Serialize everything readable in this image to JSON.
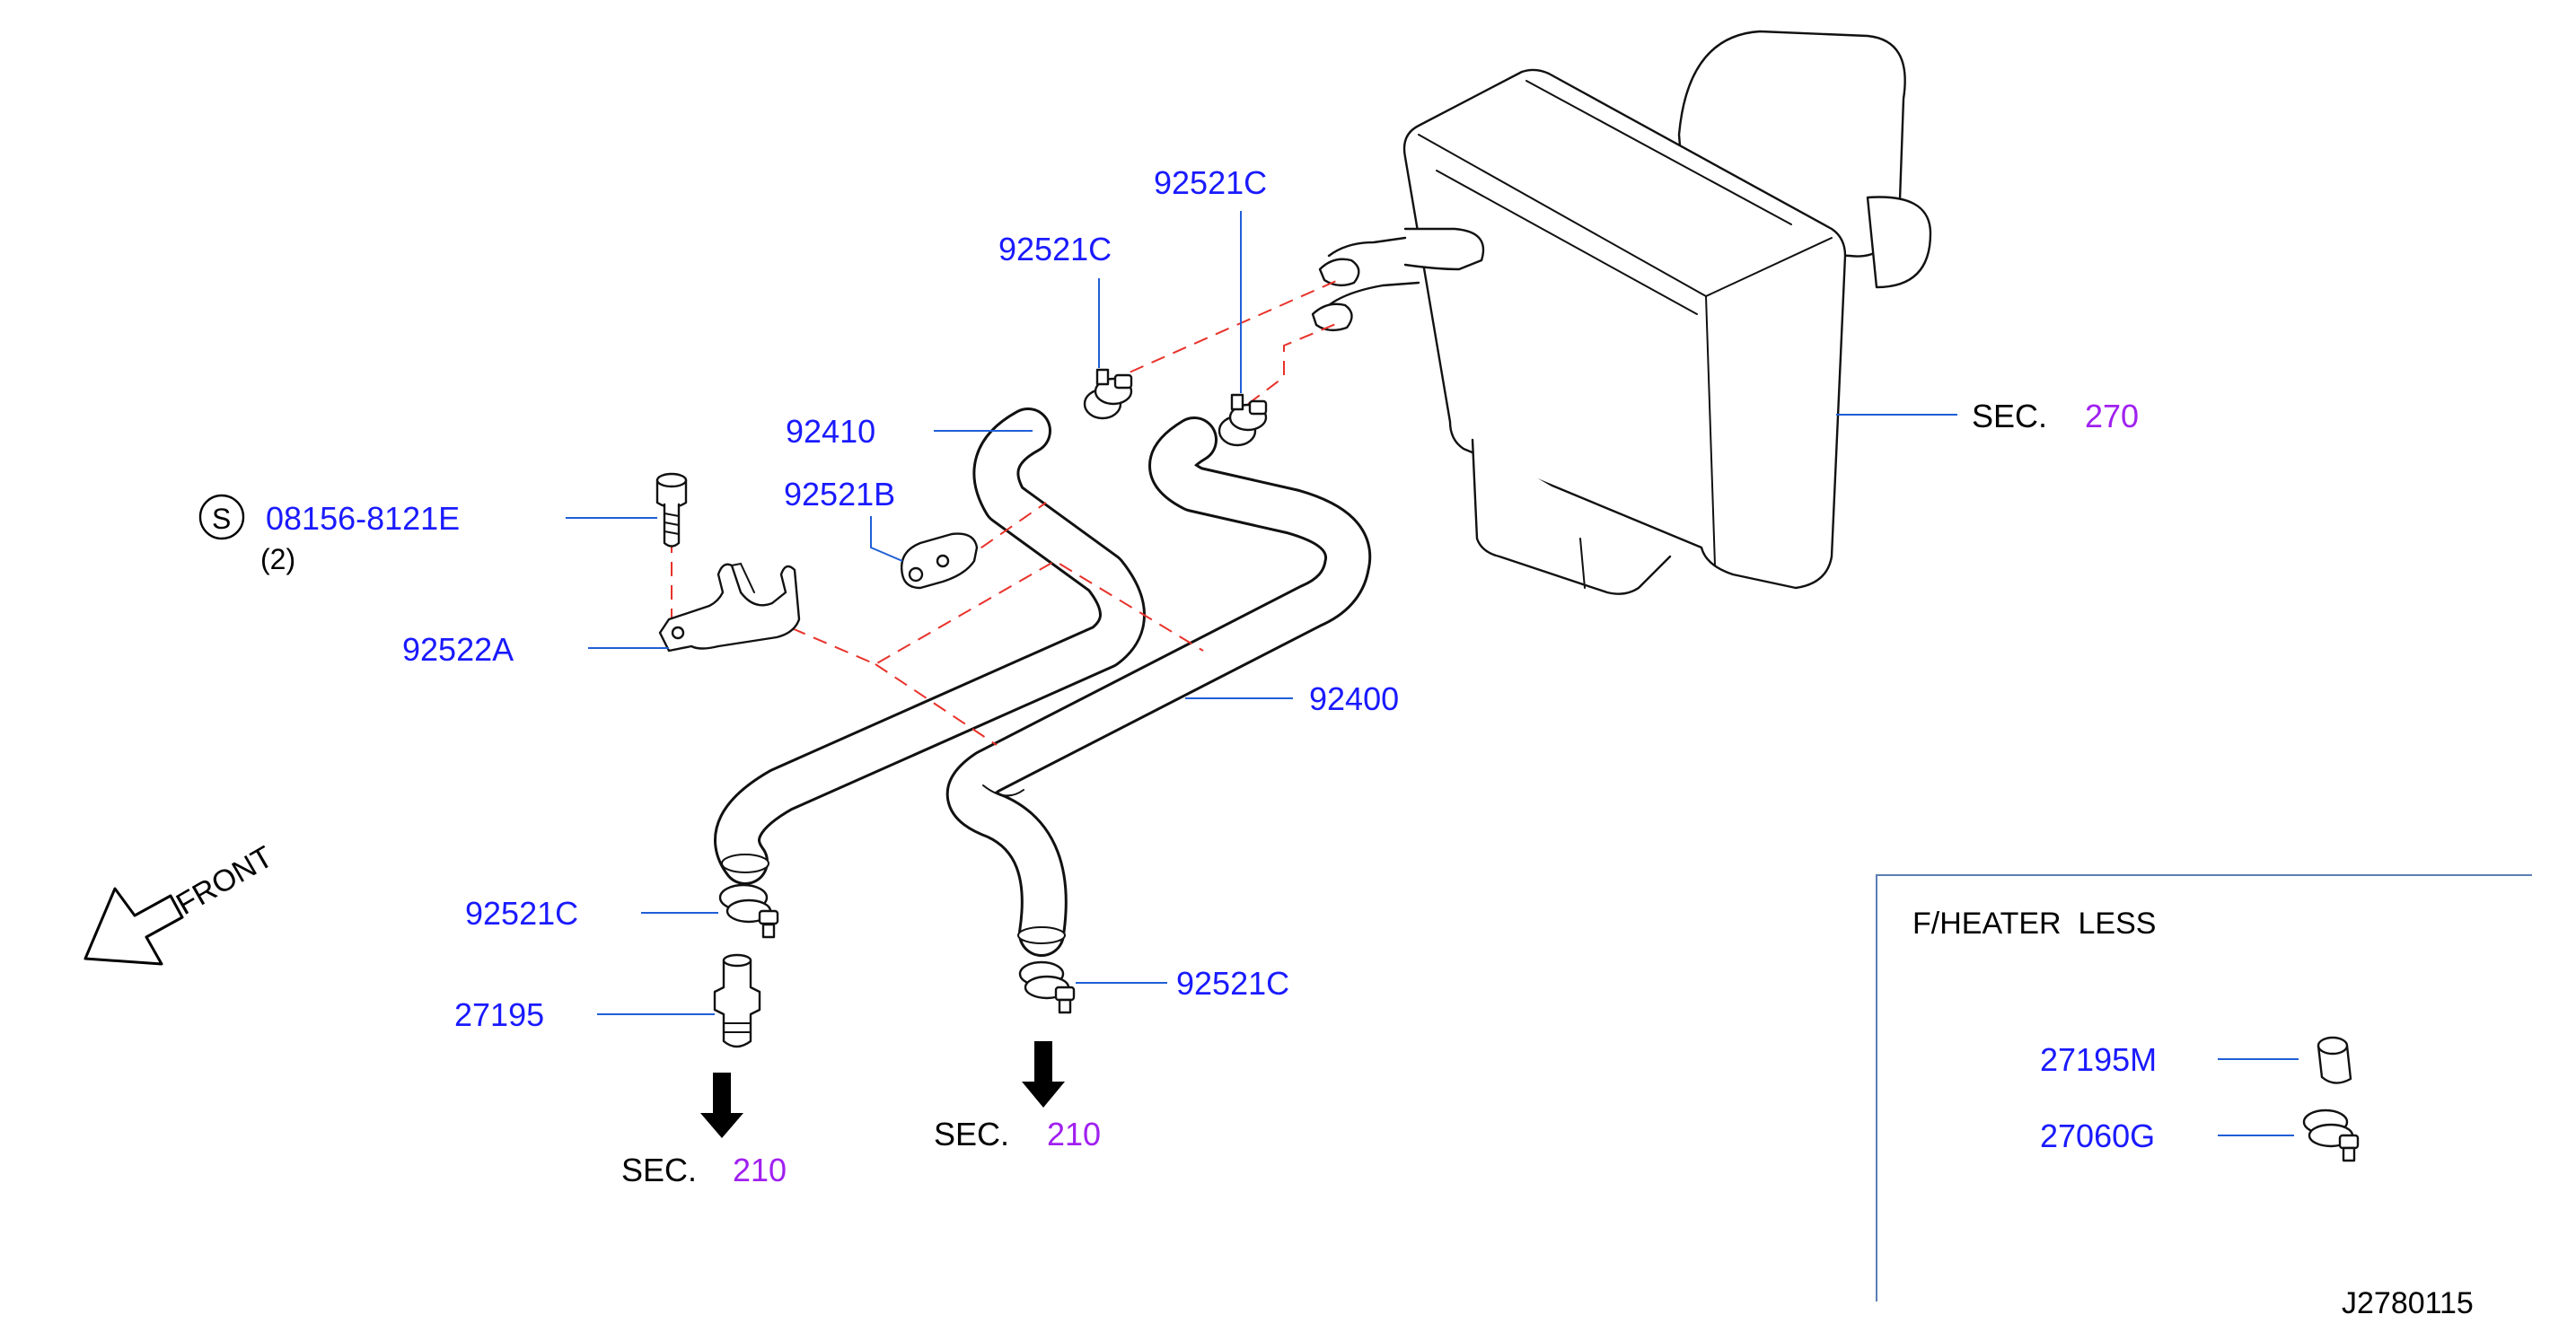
{
  "labels": {
    "hose_92410": "92410",
    "clamp_top_left": "92521C",
    "clamp_top_right": "92521C",
    "clamp_92521b": "92521B",
    "bolt_part": "08156-8121E",
    "bolt_symbol": "S",
    "bolt_qty": "(2)",
    "bracket_92522a": "92522A",
    "hose_92400": "92400",
    "clamp_lower_left": "92521C",
    "plug_27195": "27195",
    "clamp_lower_right": "92521C",
    "inset_27195m": "27195M",
    "inset_27060g": "27060G"
  },
  "sections": {
    "sec_270": {
      "prefix": "SEC.",
      "number": "270"
    },
    "sec_210_left": {
      "prefix": "SEC.",
      "number": "210"
    },
    "sec_210_right": {
      "prefix": "SEC.",
      "number": "210"
    }
  },
  "front_label": "FRONT",
  "inset_title": "F/HEATER  LESS",
  "diagram_id": "J2780115",
  "colors": {
    "part_number": "#1a1aff",
    "section_number": "#a020f0",
    "leader_line": "#1f5fd6",
    "phantom_line": "#e8322a"
  }
}
